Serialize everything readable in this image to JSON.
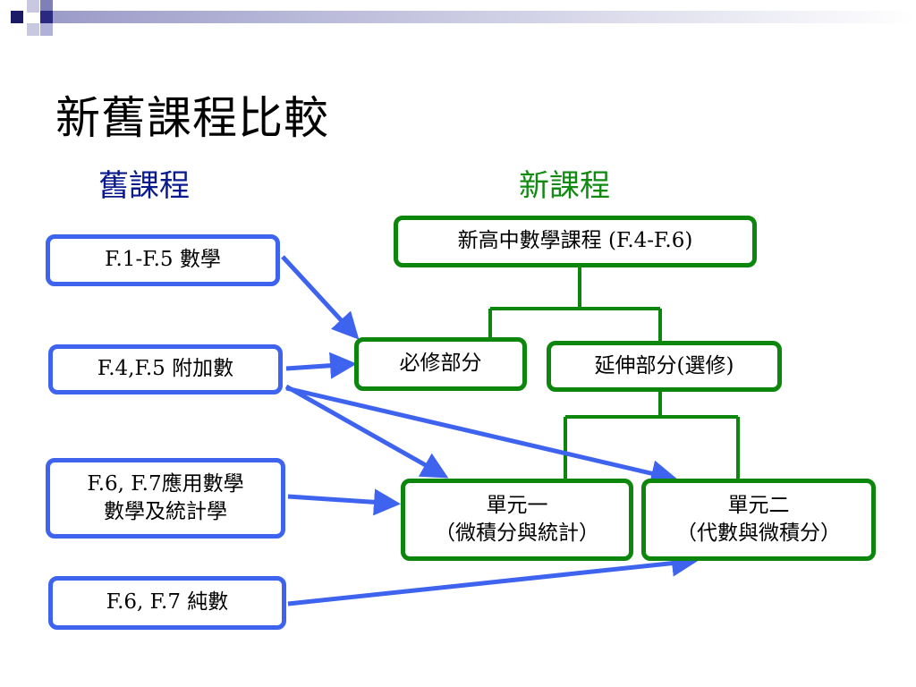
{
  "slide": {
    "title": "新舊課程比較"
  },
  "headings": {
    "old": "舊課程",
    "new": "新課程"
  },
  "old_courses": [
    {
      "id": "f1_f5_math",
      "label": "F.1-F.5 數學"
    },
    {
      "id": "f4_f5_addmath",
      "label": "F.4,F.5 附加數"
    },
    {
      "id": "f6_f7_applied",
      "lines": [
        "F.6, F.7應用數學",
        "數學及統計學"
      ]
    },
    {
      "id": "f6_f7_pure",
      "label": "F.6, F.7 純數"
    }
  ],
  "new_courses": {
    "root": "新高中數學課程 (F.4-F.6)",
    "compulsory": "必修部分",
    "extended": "延伸部分(選修)",
    "module1": {
      "lines": [
        "單元一",
        "（微積分與統計）"
      ]
    },
    "module2": {
      "lines": [
        "單元二",
        "（代數與微積分）"
      ]
    }
  },
  "arrows": [
    {
      "from": "F.1-F.5 數學",
      "to": "必修部分"
    },
    {
      "from": "F.4,F.5 附加數",
      "to": "必修部分"
    },
    {
      "from": "F.4,F.5 附加數",
      "to": "單元一"
    },
    {
      "from": "F.4,F.5 附加數",
      "to": "單元二"
    },
    {
      "from": "F.6, F.7應用數學 數學及統計學",
      "to": "單元一"
    },
    {
      "from": "F.6, F.7 純數",
      "to": "單元二"
    }
  ],
  "colors": {
    "old_border": "#3e63ee",
    "new_border": "#0c860c",
    "arrow": "#3e63ee",
    "old_heading": "#0a1a8c",
    "new_heading": "#118a11",
    "deco_navy": "#1a1a66",
    "deco_purple": "#8080b8"
  }
}
